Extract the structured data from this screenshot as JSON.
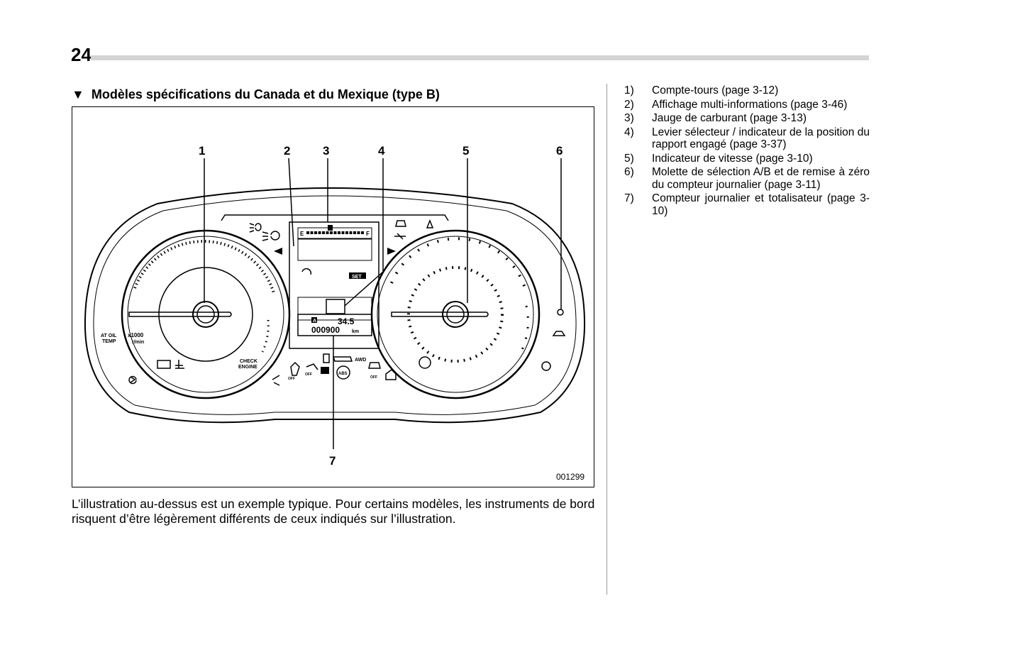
{
  "page": {
    "number": "24",
    "heading": "Modèles spécifications du Canada et du Mexique (type B)",
    "heading_marker": "▼",
    "caption": "L’illustration au-dessus est un exemple typique. Pour certains modèles, les instruments de bord risquent d’être légèrement différents de ceux indiqués sur l’illustration."
  },
  "figure": {
    "code": "001299",
    "callouts": [
      "1",
      "2",
      "3",
      "4",
      "5",
      "6",
      "7"
    ],
    "tach_unit": "x1000",
    "tach_unit2": "r/min",
    "at_oil_temp": [
      "AT OIL",
      "TEMP"
    ],
    "check_engine": [
      "CHECK",
      "ENGINE"
    ],
    "fuel_empty": "E",
    "fuel_full": "F",
    "set_label": "SET",
    "trip_value": "34.5",
    "odo_value": "000900",
    "odo_unit": "km",
    "trip_letter": "A",
    "awd_label": "AWD",
    "abs_label": "ABS",
    "off_label": "OFF"
  },
  "legend": [
    {
      "num": "1)",
      "text": "Compte-tours (page 3-12)"
    },
    {
      "num": "2)",
      "text": "Affichage multi-informations (page 3-46)"
    },
    {
      "num": "3)",
      "text": "Jauge de carburant (page 3-13)"
    },
    {
      "num": "4)",
      "text": "Levier sélecteur / indicateur de la position du rapport engagé (page 3-37)"
    },
    {
      "num": "5)",
      "text": "Indicateur de vitesse (page 3-10)"
    },
    {
      "num": "6)",
      "text": "Molette de sélection A/B et de remise à zéro du compteur journalier (page 3-11)"
    },
    {
      "num": "7)",
      "text": "Compteur journalier et totalisateur (page 3-10)"
    }
  ]
}
